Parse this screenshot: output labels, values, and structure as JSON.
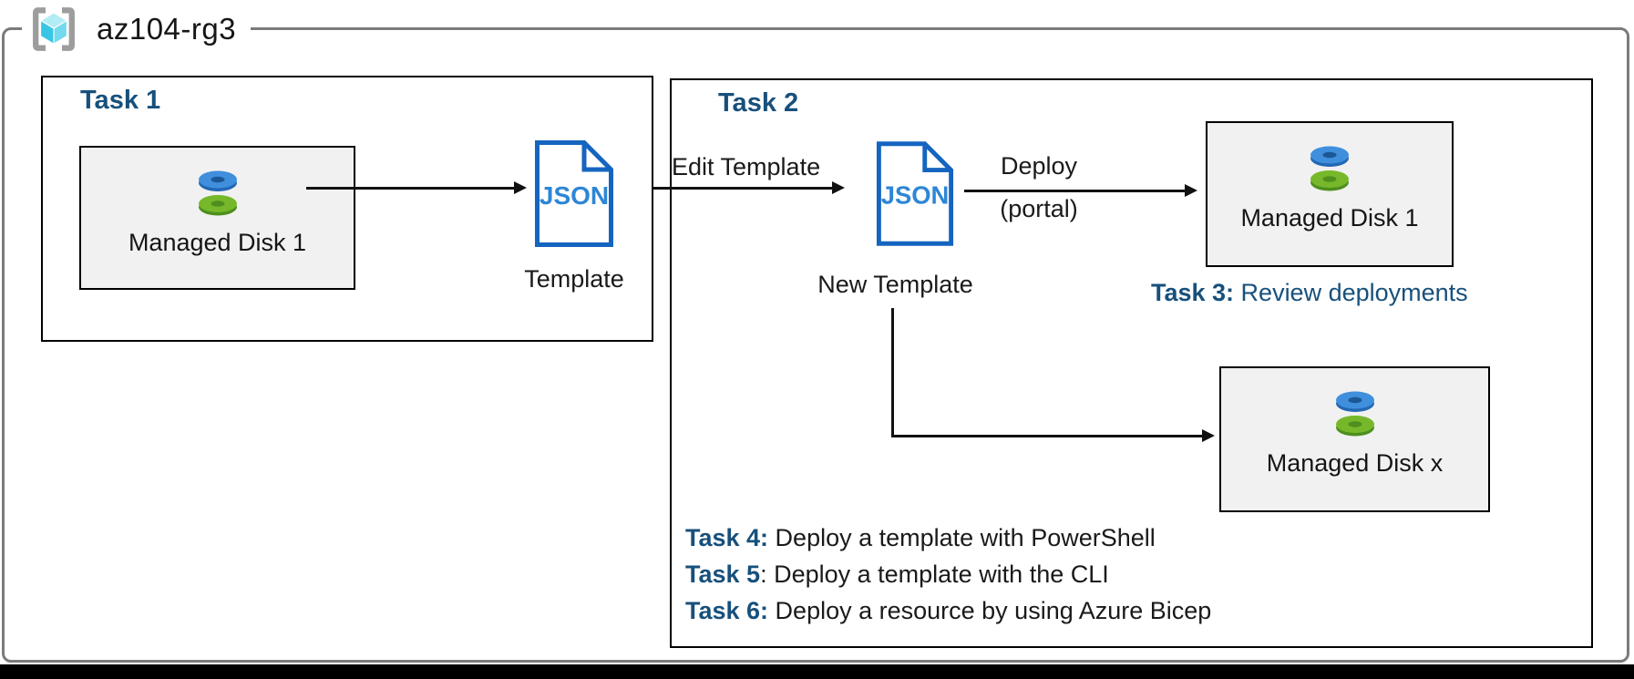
{
  "resource_group": {
    "name": "az104-rg3",
    "icon": "resource-group-icon"
  },
  "task1": {
    "title": "Task 1",
    "disk_box": {
      "label": "Managed Disk 1",
      "icon": "managed-disk-icon"
    },
    "template": {
      "icon_text": "JSON",
      "label": "Template",
      "icon": "json-file-icon"
    }
  },
  "task2": {
    "title": "Task 2",
    "edit_arrow_label": "Edit Template",
    "new_template": {
      "icon_text": "JSON",
      "label": "New Template",
      "icon": "json-file-icon"
    },
    "deploy_label_top": "Deploy",
    "deploy_label_bottom": "(portal)",
    "disk_box_top": {
      "label": "Managed Disk 1",
      "icon": "managed-disk-icon"
    },
    "disk_box_bottom": {
      "label": "Managed Disk x",
      "icon": "managed-disk-icon"
    },
    "task3": {
      "prefix": "Task 3:",
      "text": " Review deployments"
    },
    "task_list": [
      {
        "prefix": "Task 4:",
        "text": " Deploy a template with PowerShell"
      },
      {
        "prefix": "Task 5",
        "text": ": Deploy a template with the CLI"
      },
      {
        "prefix": "Task 6:",
        "text": " Deploy a resource by using Azure Bicep"
      }
    ]
  },
  "colors": {
    "task_heading_navy": "#17507C",
    "json_icon_border": "#1565C0",
    "json_icon_text": "#2E86D6",
    "disk_blue_top": "#3F8FDD",
    "disk_blue_side": "#2268B4",
    "disk_green_top": "#76B82A",
    "disk_green_side": "#4E8F1E",
    "rg_border_gray": "#7B7B7B",
    "inner_box_gray": "#F1F1F1"
  }
}
